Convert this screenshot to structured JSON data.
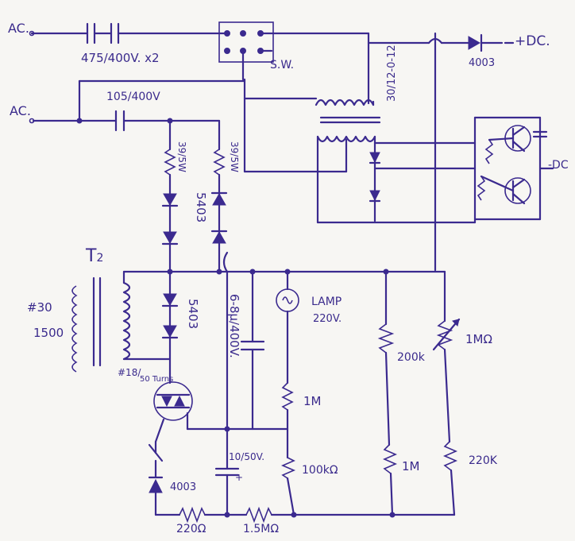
{
  "labels": {
    "ac_top": "AC.",
    "ac_mid": "AC.",
    "cap_top": "475/400V. x2",
    "switch": "S.W.",
    "diode_dc": "4003",
    "plus_dc": "+DC.",
    "cap_mid": "105/400V",
    "transformer_top": "30/12-0-12",
    "neg_dc": "-DC",
    "res_left": "39/5W",
    "res_right": "39/5W",
    "diodes_upper": "5403",
    "t2": "T",
    "t2_sub": "2",
    "primary_turns": "#30",
    "primary_count": "1500",
    "secondary": "#18/",
    "secondary_count": "50 Turns",
    "diodes_lower": "5403",
    "cap_big": "6-8μ/400V.",
    "lamp": "LAMP",
    "lamp_v": "220V.",
    "r_1m_a": "1M",
    "r_200k": "200k",
    "r_1mohm": "1MΩ",
    "cap_small": "10/50V.",
    "cap_plus": "+",
    "diode_4003_b": "4003",
    "r_100k": "100kΩ",
    "r_1m_b": "1M",
    "r_220k": "220K",
    "r_220": "220Ω",
    "r_15m": "1.5MΩ"
  }
}
